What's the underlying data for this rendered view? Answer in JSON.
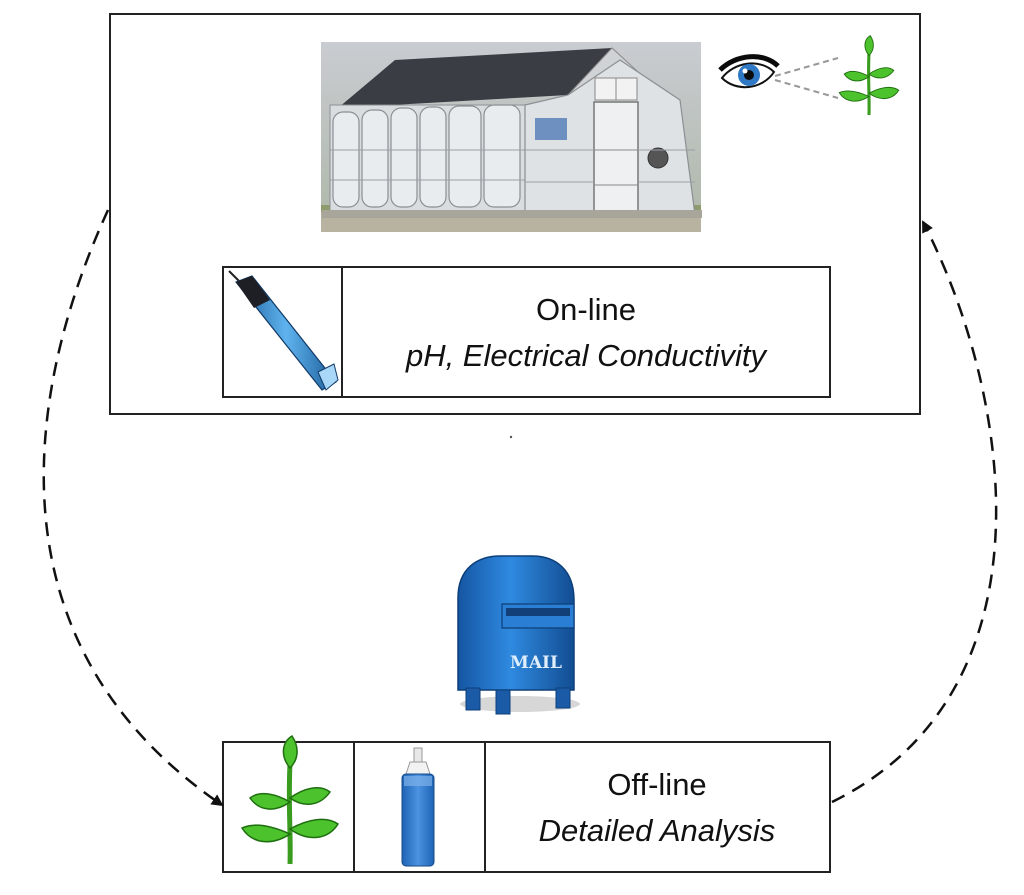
{
  "online": {
    "title": "On-line",
    "subtitle": "pH, Electrical Conductivity"
  },
  "offline": {
    "title": "Off-line",
    "subtitle": "Detailed Analysis"
  },
  "mailbox": {
    "label": "MAIL"
  },
  "icons": {
    "greenhouse": "greenhouse-photo",
    "eye": "eye-icon",
    "plant": "plant-icon",
    "probe": "ph-probe-icon",
    "bottle": "sample-bottle-icon",
    "mailbox": "mailbox-icon"
  },
  "colors": {
    "plant_green": "#3cb521",
    "sensor_blue": "#2a82c8",
    "mailbox_blue": "#1f6fc0",
    "border": "#222222"
  }
}
